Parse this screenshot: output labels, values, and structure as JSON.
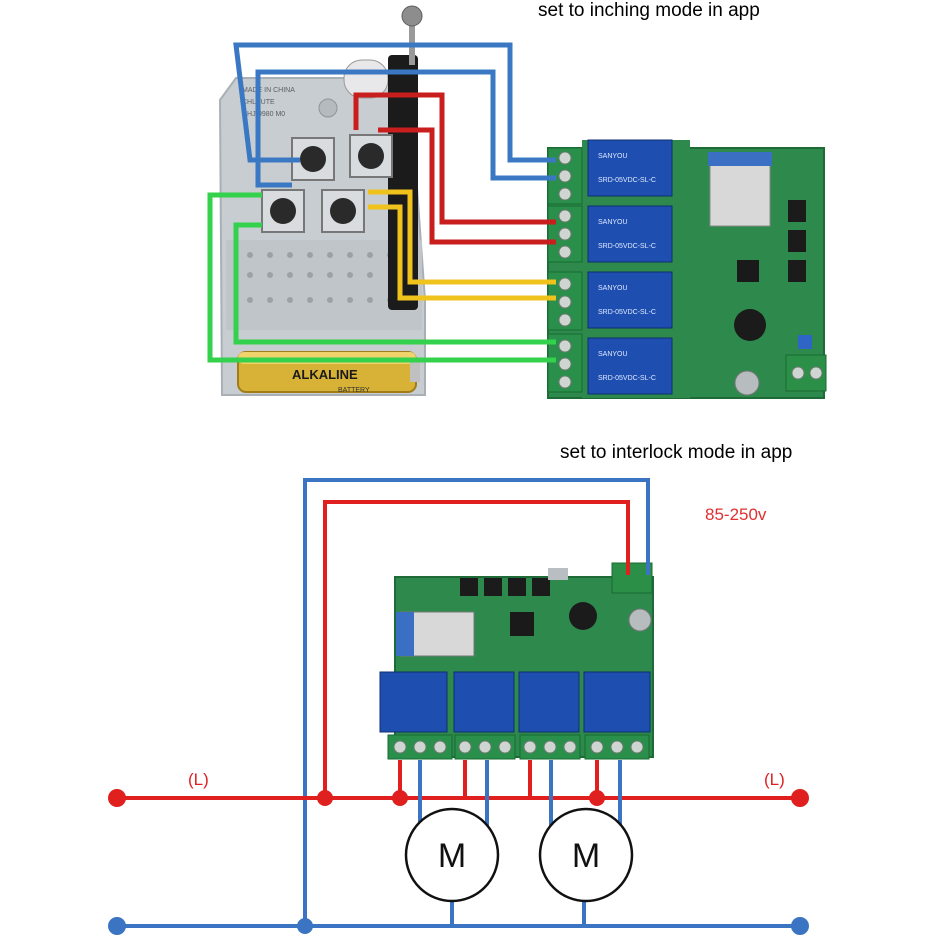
{
  "captions": {
    "top": "set to inching mode in app",
    "bottom": "set to interlock mode in app"
  },
  "supply_voltage": "85-250v",
  "line_label_left": "(L)",
  "line_label_right": "(L)",
  "motor_label": "M",
  "remote": {
    "made_in": "MADE IN CHINA",
    "model_line1": "CHLXUTE",
    "model_line2": "CHJ-9980 M0",
    "battery_label": "ALKALINE",
    "battery_sub": "BATTERY",
    "button_count": 4
  },
  "module": {
    "relay_brand": "SANYOU",
    "relay_spec": "SRD-05VDC-SL-C",
    "relay_count": 4
  },
  "wire_colors": {
    "blue": "#3b78c4",
    "red": "#c81e1e",
    "yellow": "#f0c21c",
    "green": "#33d14c",
    "line_red": "#e01f1f",
    "neutral_blue": "#3a74c2"
  }
}
